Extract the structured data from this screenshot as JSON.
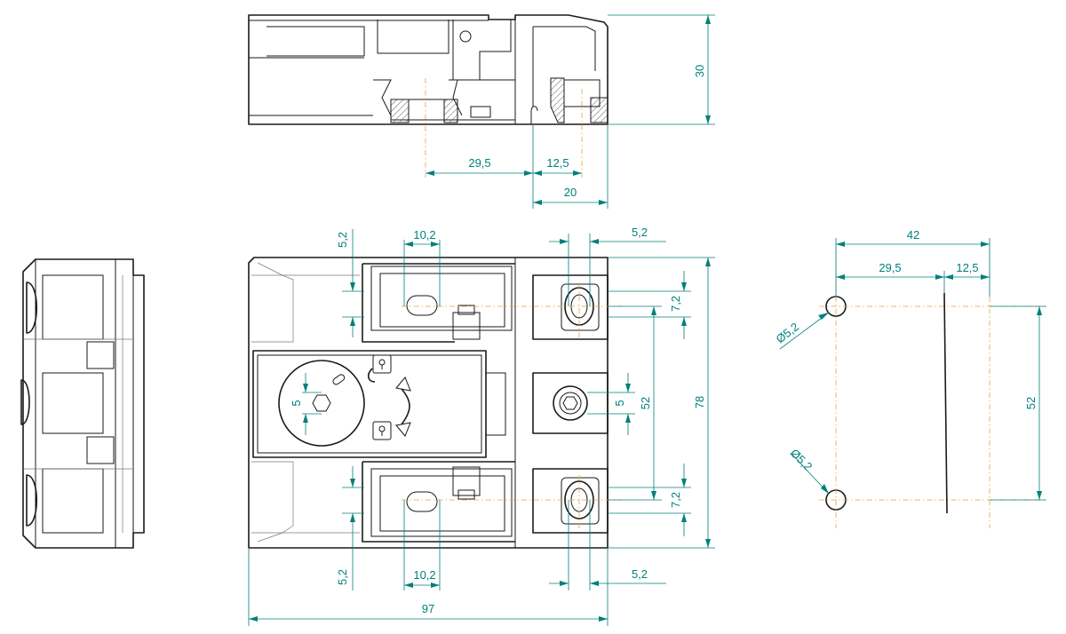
{
  "top_view": {
    "height_dim": "30",
    "dim_a": "29,5",
    "dim_b": "12,5",
    "dim_c": "20"
  },
  "front_view": {
    "top_left_offset": "5,2",
    "top_slot_width": "10,2",
    "top_right_offset": "5,2",
    "terminal_pitch_top": "7,2",
    "center_hole_size": "5",
    "mounting_pitch": "52",
    "overall_height": "78",
    "terminal_pitch_bottom": "7,2",
    "bottom_left_offset": "5,2",
    "bottom_slot_width": "10,2",
    "bottom_right_offset": "5,2",
    "overall_width": "97",
    "knob_hex_size": "5"
  },
  "drill_pattern": {
    "width_total": "42",
    "dim_a": "29,5",
    "dim_b": "12,5",
    "hole_dia_top": "Ø5,2",
    "hole_dia_bottom": "Ø5,2",
    "vertical_pitch": "52"
  },
  "colors": {
    "outline": "#1a1a1a",
    "dimension": "#00807a",
    "centerline": "#e8a33c"
  }
}
